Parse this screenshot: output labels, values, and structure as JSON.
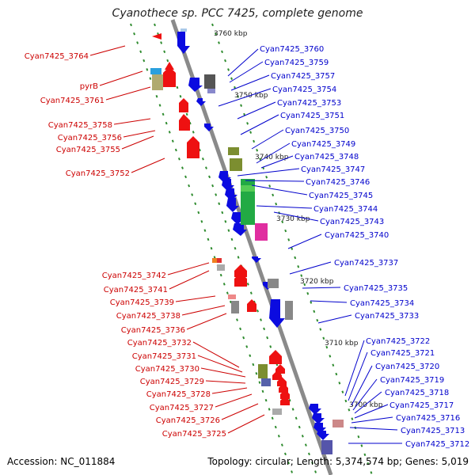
{
  "title": "Cyanothece sp. PCC 7425, complete genome",
  "accession": "Accession: NC_011884",
  "meta": "Topology: circular; Length: 5,374,574 bp; Genes: 5,019",
  "scale_ticks": [
    "3760 kbp",
    "3750 kbp",
    "3740 kbp",
    "3730 kbp",
    "3720 kbp",
    "3710 kbp",
    "3700 kbp"
  ],
  "left_labels": [
    "Cyan7425_3764",
    "pyrB",
    "Cyan7425_3761",
    "Cyan7425_3758",
    "Cyan7425_3756",
    "Cyan7425_3755",
    "Cyan7425_3752",
    "Cyan7425_3742",
    "Cyan7425_3741",
    "Cyan7425_3739",
    "Cyan7425_3738",
    "Cyan7425_3736",
    "Cyan7425_3732",
    "Cyan7425_3731",
    "Cyan7425_3730",
    "Cyan7425_3729",
    "Cyan7425_3728",
    "Cyan7425_3727",
    "Cyan7425_3726",
    "Cyan7425_3725"
  ],
  "right_labels": [
    "Cyan7425_3760",
    "Cyan7425_3759",
    "Cyan7425_3757",
    "Cyan7425_3754",
    "Cyan7425_3753",
    "Cyan7425_3751",
    "Cyan7425_3750",
    "Cyan7425_3749",
    "Cyan7425_3748",
    "Cyan7425_3747",
    "Cyan7425_3746",
    "Cyan7425_3745",
    "Cyan7425_3744",
    "Cyan7425_3743",
    "Cyan7425_3740",
    "Cyan7425_3737",
    "Cyan7425_3735",
    "Cyan7425_3734",
    "Cyan7425_3733",
    "Cyan7425_3722",
    "Cyan7425_3721",
    "Cyan7425_3720",
    "Cyan7425_3719",
    "Cyan7425_3718",
    "Cyan7425_3717",
    "Cyan7425_3716",
    "Cyan7425_3713",
    "Cyan7425_3712"
  ],
  "colors": {
    "left_label": "#cc0000",
    "right_label": "#0000cc",
    "backbone": "#888888"
  }
}
